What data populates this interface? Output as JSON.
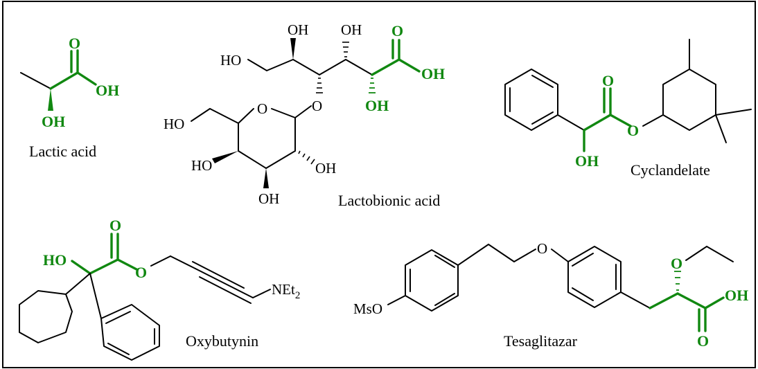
{
  "colors": {
    "highlight": "#118811",
    "ink": "#000000"
  },
  "atoms": {
    "oh": "OH",
    "o": "O",
    "ho": "HO",
    "net": "NEt",
    "sub2": "2",
    "mso": "MsO"
  },
  "compounds": {
    "lactic_acid": "Lactic acid",
    "lactobionic_acid": "Lactobionic acid",
    "cyclandelate": "Cyclandelate",
    "oxybutynin": "Oxybutynin",
    "tesaglitazar": "Tesaglitazar"
  }
}
